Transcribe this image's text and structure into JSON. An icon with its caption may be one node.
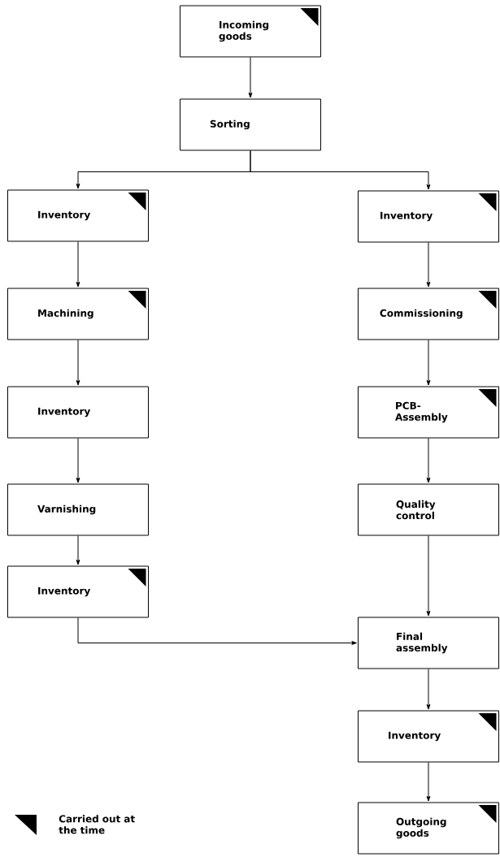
{
  "diagram": {
    "nodes": [
      {
        "text": [
          "Incoming goods"
        ]
      },
      {
        "text": [
          "Sorting"
        ]
      },
      {
        "text": [
          "Inventory"
        ]
      },
      {
        "text": [
          "Inventory"
        ]
      },
      {
        "text": [
          "Machining"
        ]
      },
      {
        "text": [
          "Commissioning"
        ]
      },
      {
        "text": [
          "Inventory"
        ]
      },
      {
        "text": [
          "PCB-Assembly"
        ]
      },
      {
        "text": [
          "Varnishing"
        ]
      },
      {
        "text": [
          "Quality control"
        ]
      },
      {
        "text": [
          "Inventory"
        ]
      },
      {
        "text": [
          "Final assembly"
        ]
      },
      {
        "text": [
          "Inventory"
        ]
      },
      {
        "text": [
          "Outgoing goods"
        ]
      }
    ],
    "edges": [
      {
        "from": 0,
        "to": 1,
        "arrow": "to"
      },
      {
        "from": 1,
        "to": 2,
        "arrow": "to"
      },
      {
        "from": 1,
        "to": 3,
        "arrow": "to"
      },
      {
        "from": 2,
        "to": 4,
        "arrow": "to"
      },
      {
        "from": 4,
        "to": 6,
        "arrow": "to"
      },
      {
        "from": 6,
        "to": 8,
        "arrow": "to"
      },
      {
        "from": 8,
        "to": 10,
        "arrow": "to"
      },
      {
        "from": 3,
        "to": 5,
        "arrow": "to"
      },
      {
        "from": 5,
        "to": 7,
        "arrow": "to"
      },
      {
        "from": 7,
        "to": 9,
        "arrow": "to"
      },
      {
        "from": 9,
        "to": 11,
        "arrow": "to"
      },
      {
        "from": 10,
        "to": 11,
        "arrow": "to"
      },
      {
        "from": 11,
        "to": 12,
        "arrow": "to"
      },
      {
        "from": 12,
        "to": 13,
        "arrow": "to"
      }
    ],
    "legend": [
      {
        "text": "Carried out at the time"
      }
    ]
  }
}
